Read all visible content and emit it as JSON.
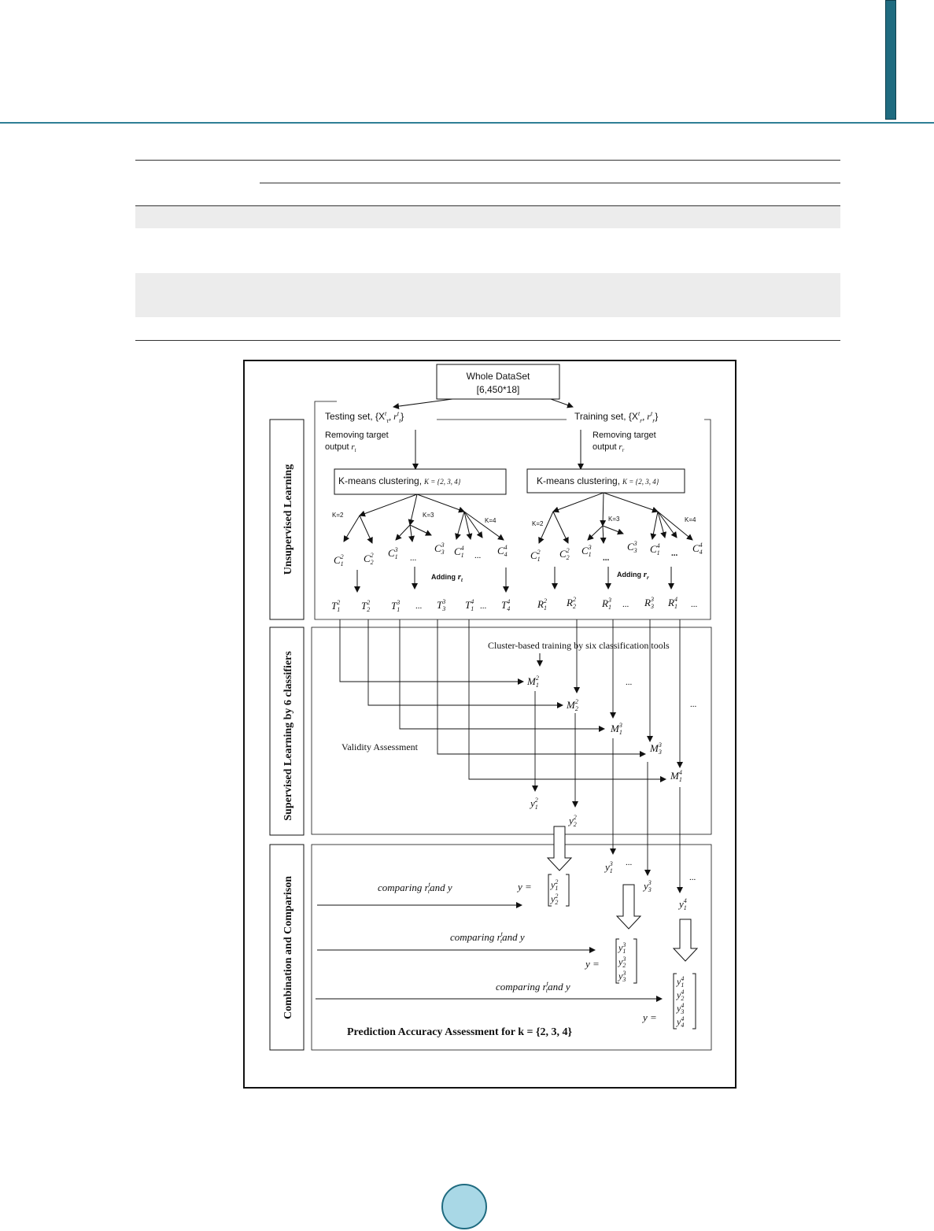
{
  "diagram": {
    "root": {
      "title": "Whole DataSet",
      "size": "[6,450*18]"
    },
    "sets": {
      "testing": "Testing set, {X",
      "training": "Training set, {X"
    },
    "removing": {
      "testing_line1": "Removing target",
      "testing_line2": "output",
      "training_line1": "Removing target",
      "training_line2": "output"
    },
    "kmeans": {
      "label": "K-means clustering,",
      "k_expr": "K = {2, 3, 4}"
    },
    "k_labels": [
      "K=2",
      "K=3",
      "K=4"
    ],
    "adding": {
      "testing": "Adding",
      "training": "Adding"
    },
    "ellipsis": "...",
    "sections": {
      "unsupervised": "Unsupervised Learning",
      "supervised": "Supervised Learning by 6 classifiers",
      "combination": "Combination and Comparison"
    },
    "cluster_training": "Cluster-based training by six classification tools",
    "validity": "Validity Assessment",
    "comparing": "comparing",
    "and_y": "and y",
    "y_eq": "y =",
    "prediction": "Prediction Accuracy Assessment for k = {2, 3, 4}"
  }
}
